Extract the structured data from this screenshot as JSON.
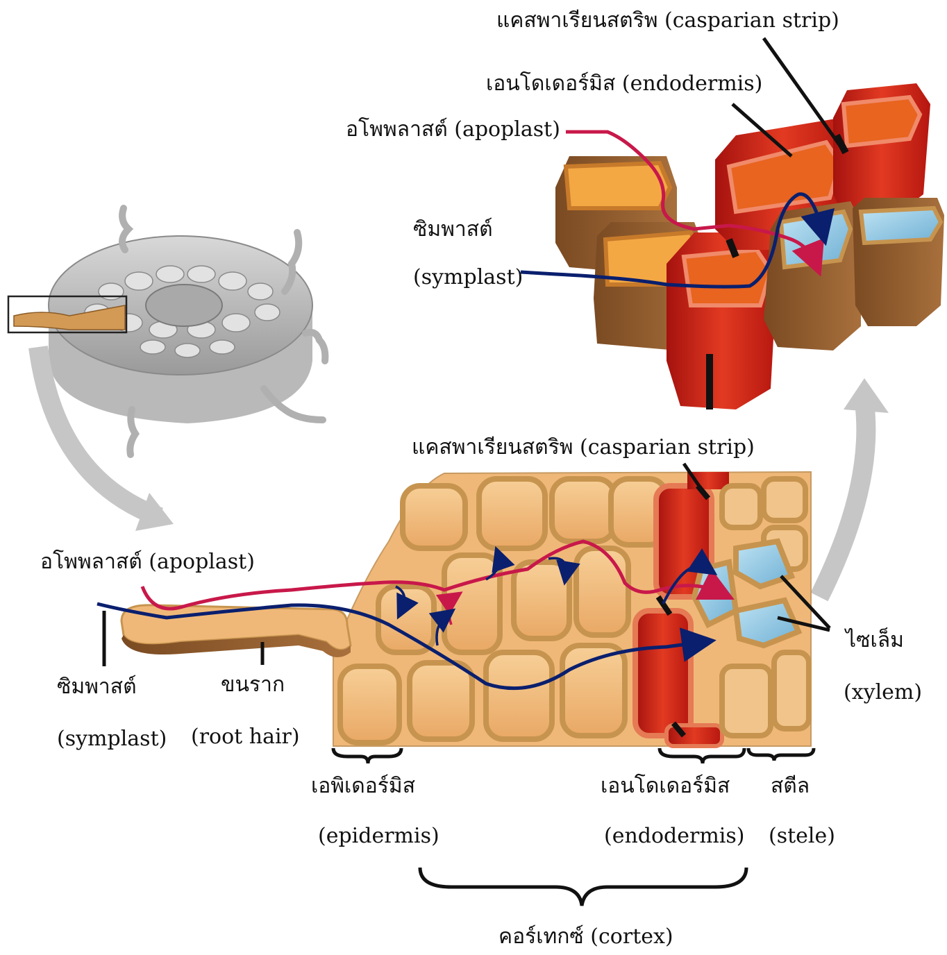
{
  "top_labels": {
    "casparian": "แคสพาเรียนสตริพ (casparian  strip)",
    "endodermis": "เอนโดเดอร์มิส (endodermis)",
    "apoplast": "อโพพลาสต์ (apoplast)",
    "symplast_th": "ซิมพาสต์",
    "symplast_en": "(symplast)"
  },
  "bottom_labels": {
    "casparian": "แคสพาเรียนสตริพ (casparian  strip)",
    "apoplast": "อโพพลาสต์ (apoplast)",
    "symplast_th": "ซิมพาสต์",
    "symplast_en": "(symplast)",
    "roothair_th": "ขนราก",
    "roothair_en": "(root  hair)",
    "epidermis_th": "เอพิเดอร์มิส",
    "epidermis_en": "(epidermis)",
    "endodermis_th": "เอนโดเดอร์มิส",
    "endodermis_en": "(endodermis)",
    "stele_th": "สตีล",
    "stele_en": "(stele)",
    "xylem_th": "ไซเล็ม",
    "xylem_en": "(xylem)",
    "cortex": "คอร์เทกซ์  (cortex)"
  },
  "colors": {
    "apoplast_path": "#c8184a",
    "symplast_path": "#0a1f6e",
    "cell_fill": "#f0b878",
    "cell_wall": "#c79a62",
    "endodermis": "#c8201a",
    "xylem": "#8cc4e0",
    "arrow_gray": "#bdbdbd"
  }
}
